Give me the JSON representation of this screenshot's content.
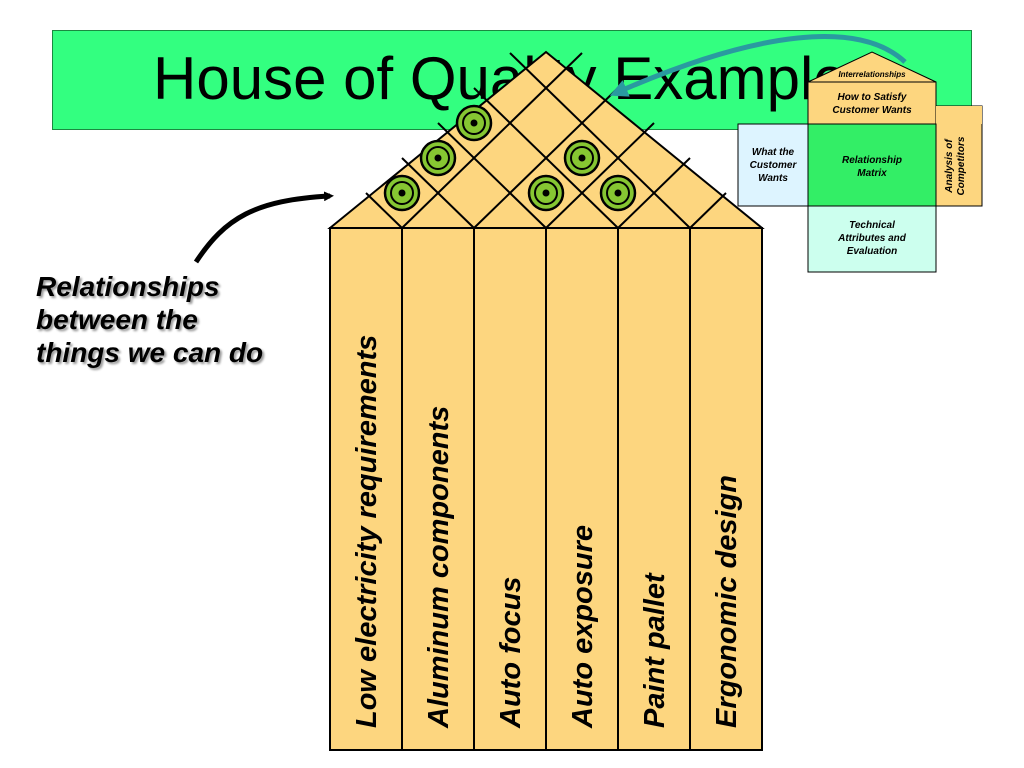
{
  "title": "House of Quality Example",
  "callout": {
    "lines": [
      "Relationships",
      "between the",
      "things we can do"
    ]
  },
  "columns": [
    "Low electricity requirements",
    "Aluminum components",
    "Auto focus",
    "Auto exposure",
    "Paint pallet",
    "Ergonomic design"
  ],
  "roof_relationships": [
    {
      "pair": [
        "Low electricity requirements",
        "Aluminum components"
      ],
      "symbol": "strong-positive"
    },
    {
      "pair": [
        "Low electricity requirements",
        "Auto focus"
      ],
      "symbol": "strong-positive"
    },
    {
      "pair": [
        "Low electricity requirements",
        "Auto exposure"
      ],
      "symbol": "strong-positive"
    },
    {
      "pair": [
        "Auto focus",
        "Auto exposure"
      ],
      "symbol": "strong-positive"
    },
    {
      "pair": [
        "Auto focus",
        "Paint pallet"
      ],
      "symbol": "strong-positive"
    },
    {
      "pair": [
        "Auto exposure",
        "Paint pallet"
      ],
      "symbol": "strong-positive"
    }
  ],
  "mini_house": {
    "roof": "Interrelationships",
    "how": "How to Satisfy Customer Wants",
    "what": "What the Customer Wants",
    "matrix": "Relationship Matrix",
    "competitors": "Analysis of Competitors",
    "technical": "Technical Attributes and Evaluation"
  },
  "colors": {
    "title_bg": "#33ff80",
    "house_fill": "#fdd67f",
    "symbol_fill": "#86c632",
    "mini_what": "#ddf4ff",
    "mini_matrix": "#33ee66",
    "mini_technical": "#ccffee",
    "arrow": "#2a9aa0"
  }
}
